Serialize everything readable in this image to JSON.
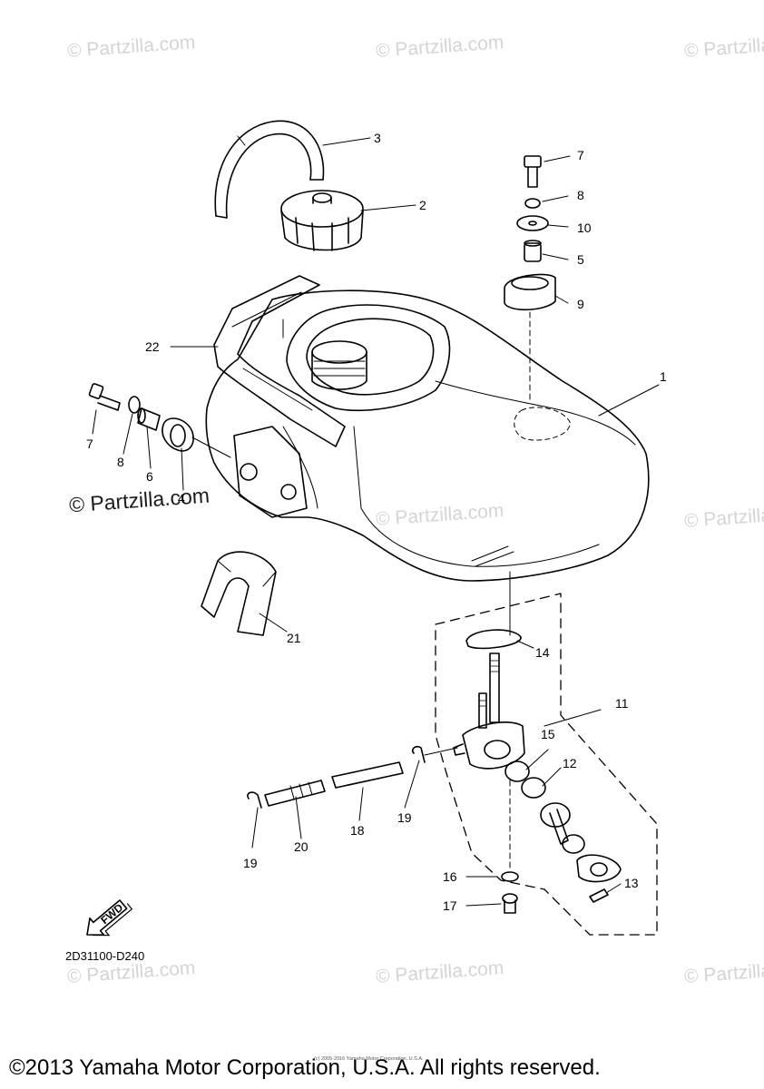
{
  "watermark": {
    "text": "© Partzilla.com",
    "copies": [
      {
        "id": "wm-1"
      },
      {
        "id": "wm-2"
      },
      {
        "id": "wm-3"
      },
      {
        "id": "wm-4"
      },
      {
        "id": "wm-5"
      },
      {
        "id": "wm-6"
      },
      {
        "id": "wm-7"
      },
      {
        "id": "wm-8"
      }
    ],
    "prominent": "© Partzilla.com"
  },
  "diagram": {
    "part_number": "2D31100-D240",
    "direction_label": "FWD",
    "callouts": {
      "c1": "1",
      "c2": "2",
      "c3": "3",
      "c4": "4",
      "c5": "5",
      "c6": "6",
      "c7a": "7",
      "c7b": "7",
      "c8a": "8",
      "c8b": "8",
      "c9": "9",
      "c10": "10",
      "c11": "11",
      "c12": "12",
      "c13": "13",
      "c14": "14",
      "c15": "15",
      "c16": "16",
      "c17": "17",
      "c18": "18",
      "c19a": "19",
      "c19b": "19",
      "c20": "20",
      "c21": "21",
      "c22": "22"
    }
  },
  "footer": {
    "small_notice": "(c) 2005-2016 Yamaha Motor Corporation, U.S.A.",
    "copyright": "©2013 Yamaha Motor Corporation, U.S.A. All rights reserved."
  }
}
